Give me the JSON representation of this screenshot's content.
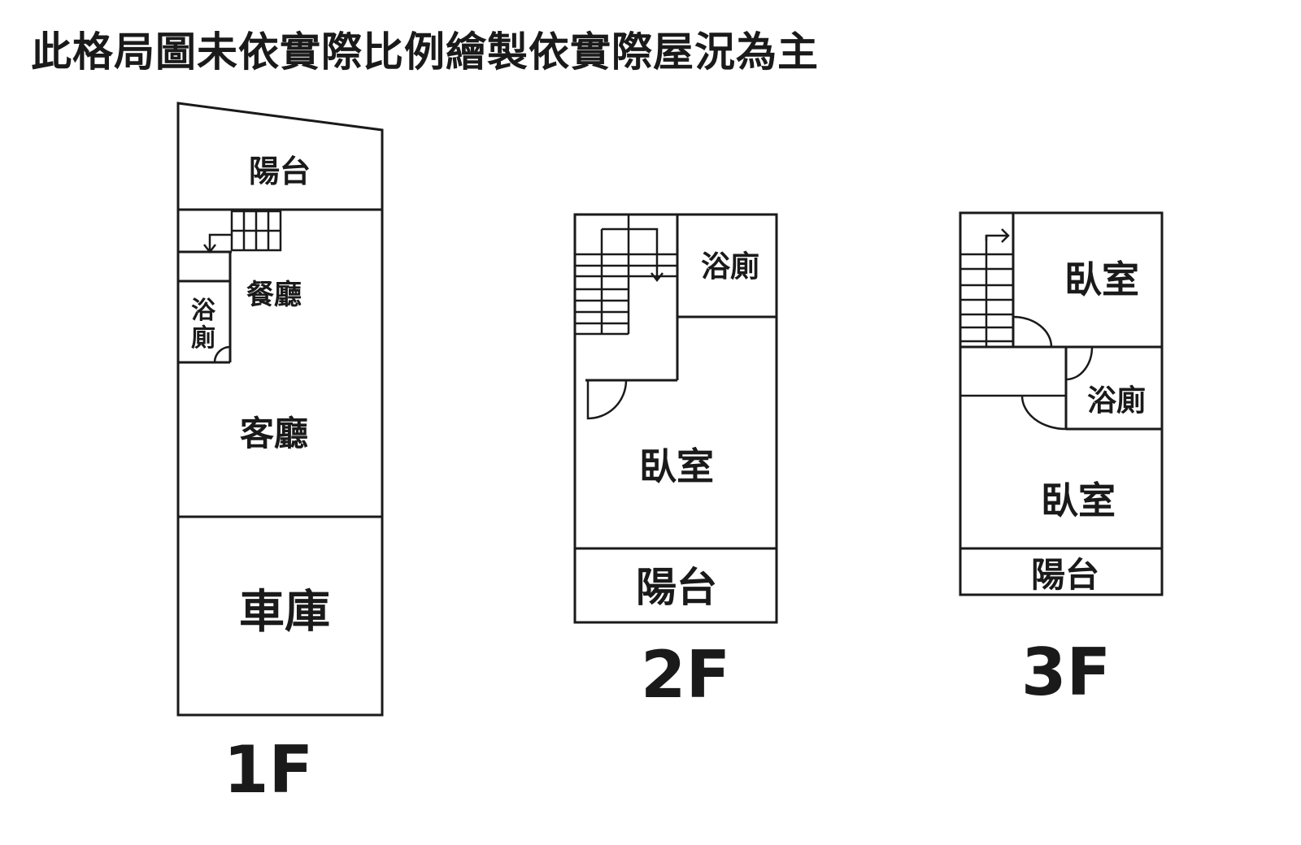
{
  "title": "此格局圖未依實際比例繪製依實際屋況為主",
  "floors": {
    "f1": {
      "label": "1F",
      "rooms": {
        "balcony": "陽台",
        "dining": "餐廳",
        "bath_line1": "浴",
        "bath_line2": "廁",
        "living": "客廳",
        "garage": "車庫"
      }
    },
    "f2": {
      "label": "2F",
      "rooms": {
        "bath": "浴廁",
        "bedroom": "臥室",
        "balcony": "陽台"
      }
    },
    "f3": {
      "label": "3F",
      "rooms": {
        "bedroom1": "臥室",
        "bath": "浴廁",
        "bedroom2": "臥室",
        "balcony": "陽台"
      }
    }
  }
}
